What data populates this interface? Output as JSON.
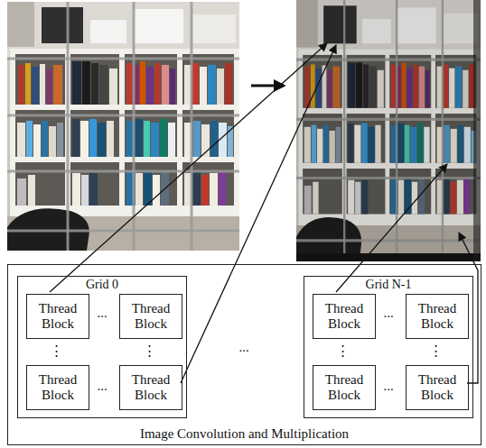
{
  "diagram": {
    "nodes": [
      {
        "text": [
          "Image Convolution and Multiplication"
        ]
      },
      {
        "text": [
          "Grid 0"
        ],
        "in": 0
      },
      {
        "text": [
          "Thread Block"
        ],
        "in": 1
      },
      {
        "text": [
          "Thread Block"
        ],
        "in": 1
      },
      {
        "text": [
          "Thread Block"
        ],
        "in": 1
      },
      {
        "text": [
          "Thread Block"
        ],
        "in": 1
      },
      {
        "text": [
          "Grid N-1"
        ],
        "in": 0
      },
      {
        "text": [
          "Thread Block"
        ],
        "in": 6
      },
      {
        "text": [
          "Thread Block"
        ],
        "in": 6
      },
      {
        "text": [
          "Thread Block"
        ],
        "in": 6
      },
      {
        "text": [
          "Thread Block"
        ],
        "in": 6
      }
    ],
    "labels": [
      "...",
      "⋮",
      "⋮",
      "...",
      "...",
      "...",
      "⋮",
      "⋮",
      "..."
    ]
  }
}
